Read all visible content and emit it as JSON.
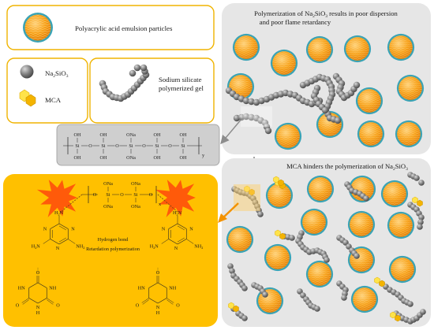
{
  "legend": {
    "emulsion_label": "Polyacrylic acid emulsion particles",
    "na2sio3_main": "Na",
    "na2sio3_sub": "2",
    "na2sio3_rest": "SiO",
    "na2sio3_sub2": "3",
    "mca_label": "MCA",
    "gel_line1": "Sodium silicate",
    "gel_line2": "polymerized gel"
  },
  "top_panel": {
    "title_line1_pre": "Polymerization of Na",
    "title_line1_sub1": "2",
    "title_line1_mid": "SiO",
    "title_line1_sub2": "3",
    "title_line1_post": " results in poor dispersion",
    "title_line2": "and poor flame retardancy"
  },
  "bottom_panel": {
    "title_pre": "MCA hinders the polymerization of Na",
    "title_sub1": "2",
    "title_mid": "SiO",
    "title_sub2": "3"
  },
  "yellow_panel": {
    "label_line1": "Hydrogen bond",
    "label_line2": "Retardation polymerization"
  },
  "chem": {
    "oh": "OH",
    "ona": "ONa",
    "si": "Si",
    "o": "O",
    "n": "N",
    "h": "H",
    "nh": "NH",
    "nh2": "NH",
    "h2n": "H",
    "two": "2",
    "x": "x",
    "y": "y"
  },
  "colors": {
    "panel_gray": "#e6e6e6",
    "panel_yellow": "#ffc000",
    "particle_orange": "#f7a21b",
    "particle_ring": "#3aa3b5",
    "bead_gray": "#7d7d7d",
    "hex_yellow": "#ffd21e",
    "arrow_orange": "#f39200",
    "burst_orange": "#ff5a0a"
  }
}
